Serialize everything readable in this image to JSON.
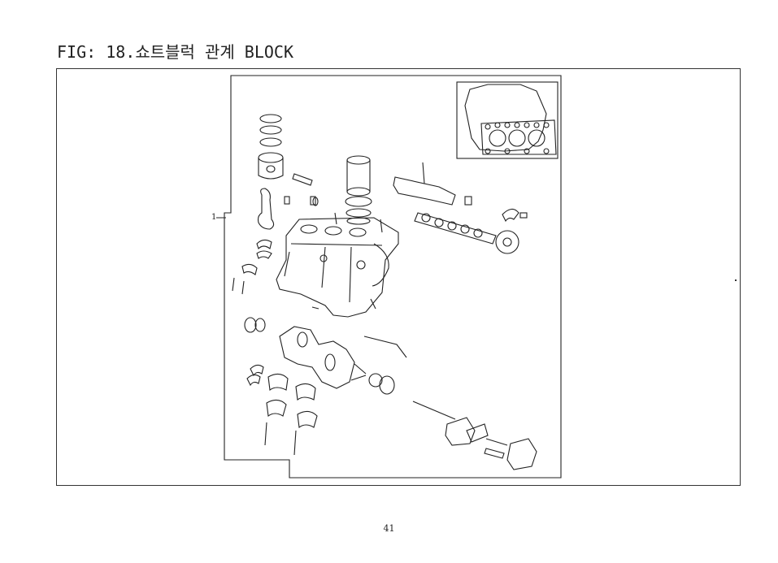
{
  "header": {
    "figure_title": "FIG: 18.쇼트블럭 관계 BLOCK"
  },
  "diagram": {
    "callout_label": "1"
  },
  "footer": {
    "page_number": "41"
  }
}
